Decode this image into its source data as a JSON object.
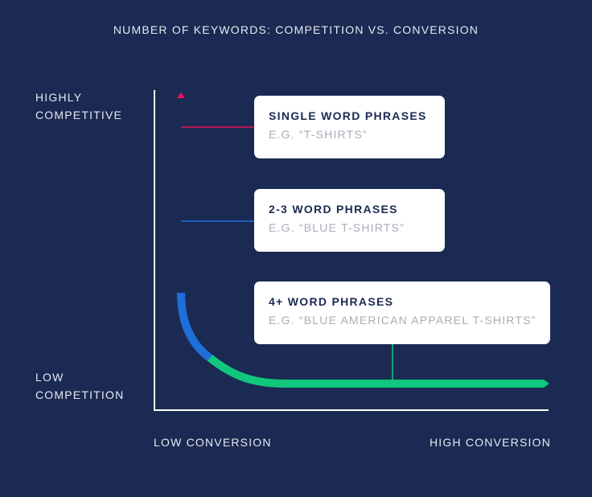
{
  "title": "NUMBER OF KEYWORDS: COMPETITION VS. CONVERSION",
  "y_axis": {
    "top_label": "HIGHLY COMPETITIVE",
    "bottom_label": "LOW COMPETITION"
  },
  "x_axis": {
    "left_label": "LOW CONVERSION",
    "right_label": "HIGH CONVERSION"
  },
  "cards": [
    {
      "title": "SINGLE WORD PHRASES",
      "example": "E.G. “T-SHIRTS”",
      "connector_color": "#e8115a"
    },
    {
      "title": "2-3 WORD PHRASES",
      "example": "E.G. “BLUE T-SHIRTS”",
      "connector_color": "#1e6fd9"
    },
    {
      "title": "4+ WORD PHRASES",
      "example": "E.G. “BLUE AMERICAN APPAREL T-SHIRTS”",
      "connector_color": "#10c77d"
    }
  ],
  "colors": {
    "background": "#1b2a52",
    "curve_top": "#e8115a",
    "curve_middle": "#1e6fd9",
    "curve_bottom": "#10c77d",
    "axis": "#ffffff"
  }
}
